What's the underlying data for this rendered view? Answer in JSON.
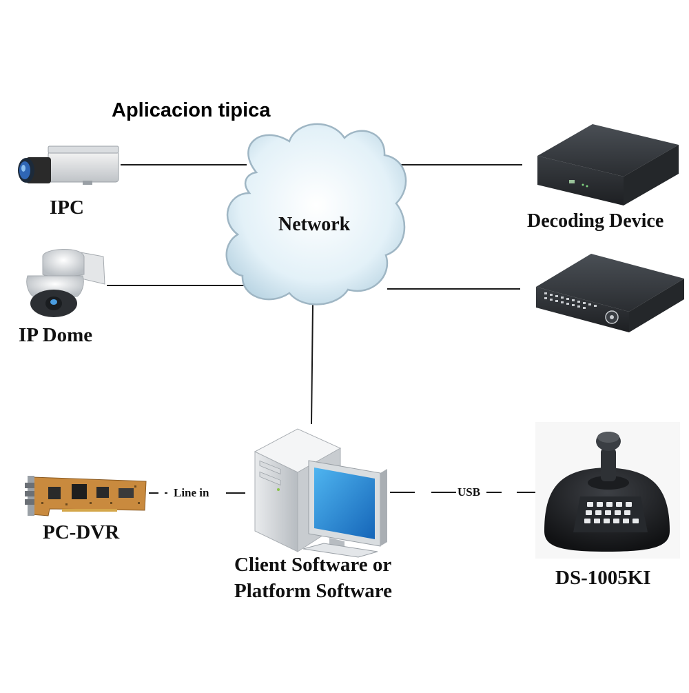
{
  "title": "Aplicacion tipica",
  "nodes": {
    "network": {
      "label": "Network",
      "icon": "cloud-icon"
    },
    "ipc": {
      "label": "IPC",
      "icon": "box-camera-icon"
    },
    "ip_dome": {
      "label": "IP Dome",
      "icon": "dome-camera-icon"
    },
    "decoding_device": {
      "label": "Decoding Device",
      "icon": "decoder-box-icon"
    },
    "nvr": {
      "label": "",
      "icon": "nvr-recorder-icon"
    },
    "pc_dvr": {
      "label": "PC-DVR",
      "icon": "capture-card-icon"
    },
    "client": {
      "label_line1": "Client Software or",
      "label_line2": "Platform Software",
      "icon": "desktop-computer-icon"
    },
    "keyboard": {
      "label": "DS-1005KI",
      "icon": "joystick-keyboard-icon"
    }
  },
  "connections": {
    "line_in": "Line in",
    "usb": "USB"
  },
  "colors": {
    "line": "#1a1a1a",
    "cloud_fill": "#dff0f8",
    "cloud_stroke": "#9fb6c4",
    "device_dark": "#2c2f33",
    "monitor_screen": "#1e88d6"
  }
}
